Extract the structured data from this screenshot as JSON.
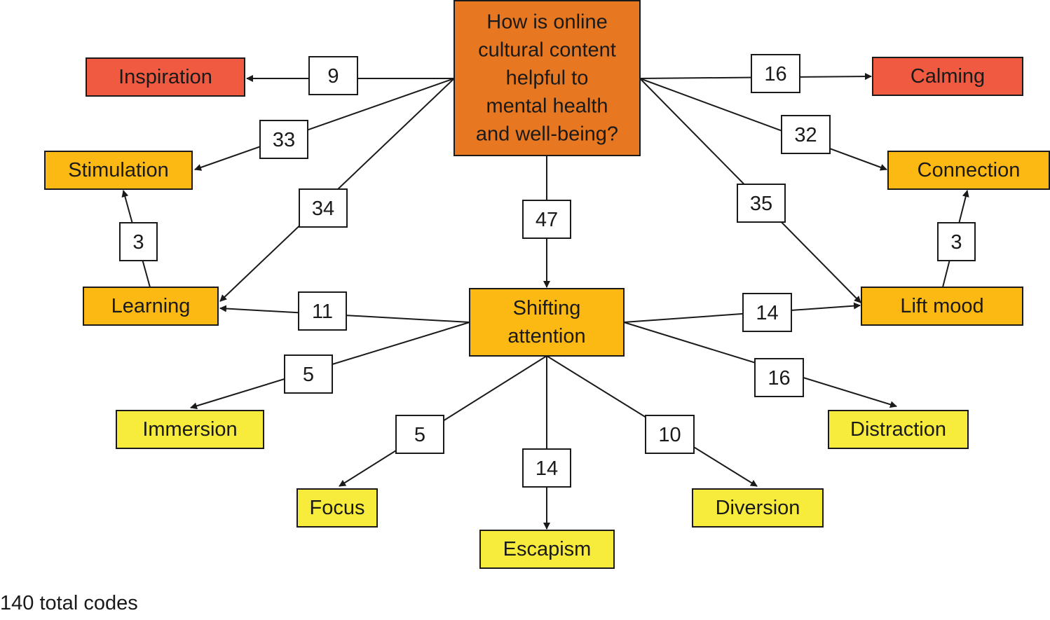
{
  "colors": {
    "root": "#E87722",
    "red": "#F05A40",
    "orange": "#FDB913",
    "yellow": "#F7EC3C",
    "line": "#1a1a1a"
  },
  "nodes": {
    "root": {
      "lines": [
        "How is online",
        "cultural content",
        "helpful to",
        "mental health",
        "and well-being?"
      ],
      "color": "root"
    },
    "inspiration": {
      "lines": [
        "Inspiration"
      ],
      "color": "red"
    },
    "calming": {
      "lines": [
        "Calming"
      ],
      "color": "red"
    },
    "stimulation": {
      "lines": [
        "Stimulation"
      ],
      "color": "orange"
    },
    "connection": {
      "lines": [
        "Connection"
      ],
      "color": "orange"
    },
    "learning": {
      "lines": [
        "Learning"
      ],
      "color": "orange"
    },
    "shifting": {
      "lines": [
        "Shifting",
        "attention"
      ],
      "color": "orange"
    },
    "liftmood": {
      "lines": [
        "Lift mood"
      ],
      "color": "orange"
    },
    "immersion": {
      "lines": [
        "Immersion"
      ],
      "color": "yellow"
    },
    "distraction": {
      "lines": [
        "Distraction"
      ],
      "color": "yellow"
    },
    "focus": {
      "lines": [
        "Focus"
      ],
      "color": "yellow"
    },
    "diversion": {
      "lines": [
        "Diversion"
      ],
      "color": "yellow"
    },
    "escapism": {
      "lines": [
        "Escapism"
      ],
      "color": "yellow"
    }
  },
  "edges": [
    {
      "from": "root",
      "to": "inspiration",
      "count": "9"
    },
    {
      "from": "root",
      "to": "calming",
      "count": "16"
    },
    {
      "from": "root",
      "to": "stimulation",
      "count": "33"
    },
    {
      "from": "root",
      "to": "connection",
      "count": "32"
    },
    {
      "from": "root",
      "to": "learning",
      "count": "34"
    },
    {
      "from": "root",
      "to": "shifting",
      "count": "47"
    },
    {
      "from": "root",
      "to": "liftmood",
      "count": "35"
    },
    {
      "from": "learning",
      "to": "stimulation",
      "count": "3"
    },
    {
      "from": "liftmood",
      "to": "connection",
      "count": "3"
    },
    {
      "from": "shifting",
      "to": "learning",
      "count": "11"
    },
    {
      "from": "shifting",
      "to": "liftmood",
      "count": "14"
    },
    {
      "from": "shifting",
      "to": "immersion",
      "count": "5"
    },
    {
      "from": "shifting",
      "to": "distraction",
      "count": "16"
    },
    {
      "from": "shifting",
      "to": "focus",
      "count": "5"
    },
    {
      "from": "shifting",
      "to": "escapism",
      "count": "14"
    },
    {
      "from": "shifting",
      "to": "diversion",
      "count": "10"
    }
  ],
  "footer": "140 total codes"
}
